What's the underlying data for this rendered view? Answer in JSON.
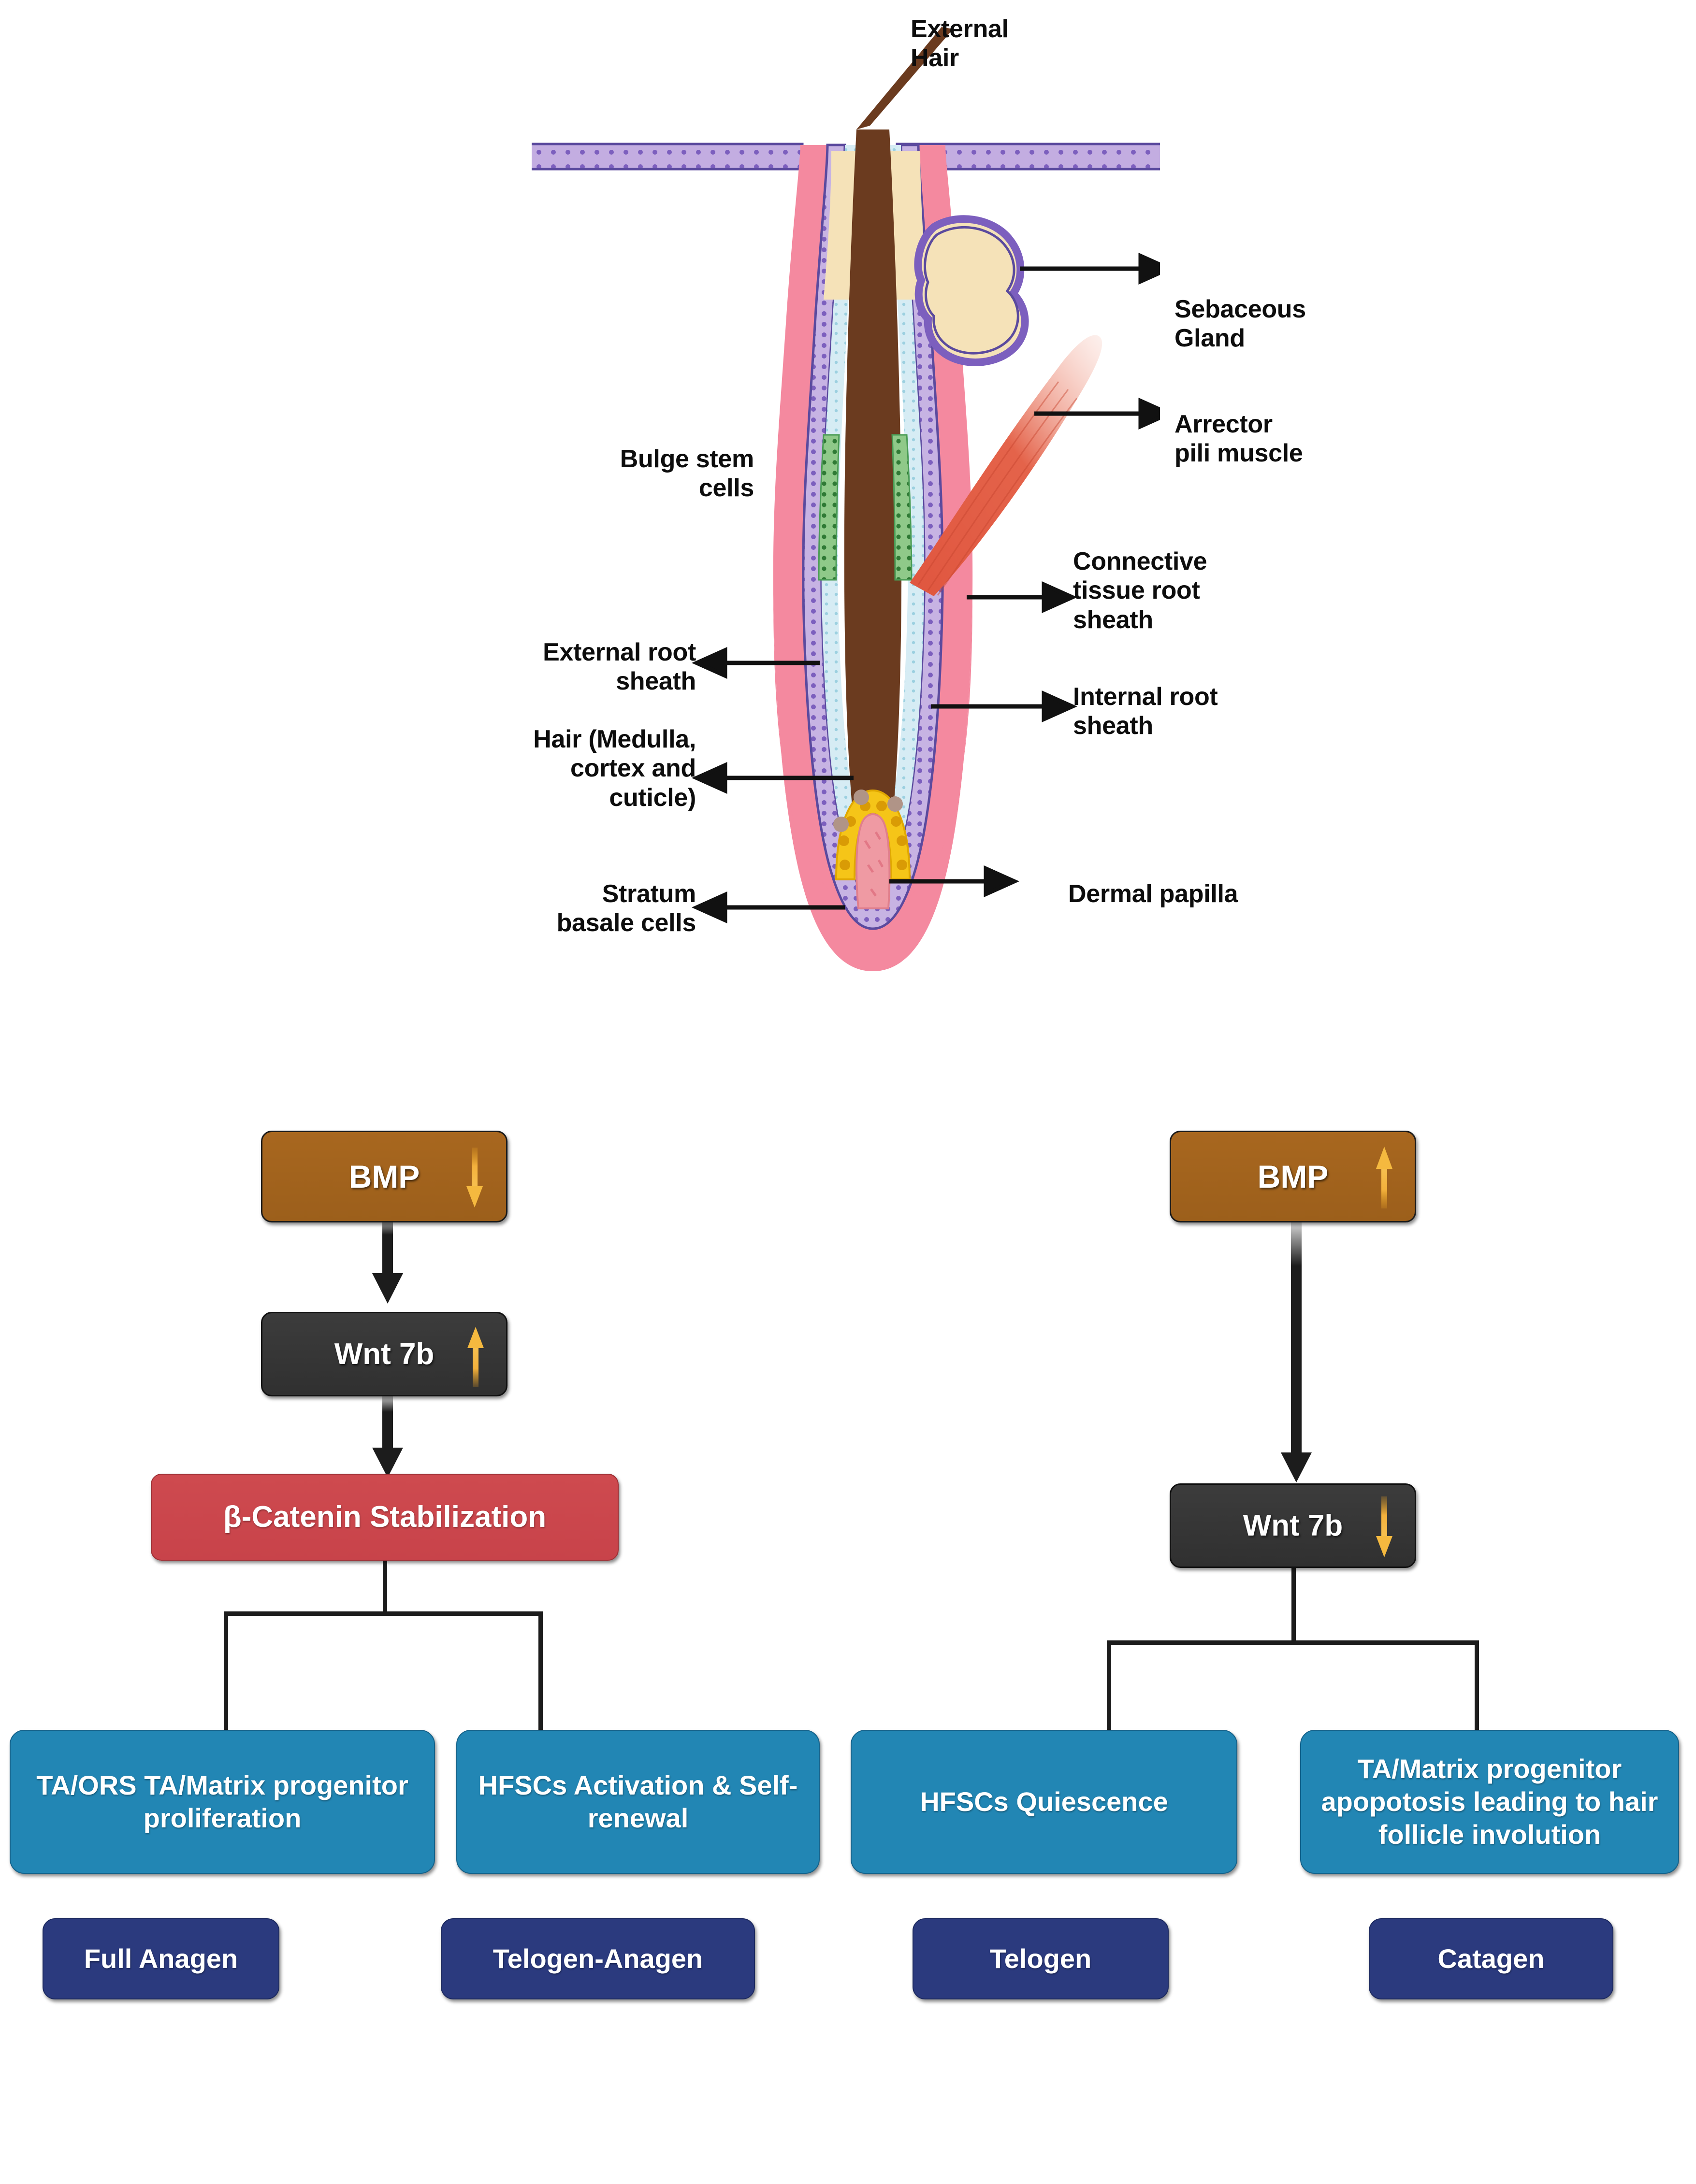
{
  "figure": {
    "panels": [
      "hair-follicle-anatomy",
      "bmp-wnt-signalling-flowchart"
    ]
  },
  "anatomy": {
    "labels": {
      "external_hair": "External\nHair",
      "sebaceous_gland": "Sebaceous\nGland",
      "arrector_pili": "Arrector\npili muscle",
      "bulge_stem_cells": "Bulge stem\ncells",
      "connective_tissue_root_sheath": "Connective\ntissue root\nsheath",
      "external_root_sheath": "External root\nsheath",
      "internal_root_sheath": "Internal root\nsheath",
      "hair_medulla": "Hair (Medulla,\ncortex and\ncuticle)",
      "stratum_basale_cells": "Stratum\nbasale cells",
      "dermal_papilla": "Dermal papilla"
    },
    "colors": {
      "hair_shaft": "#6b3b1f",
      "epidermis_purple": "#b39ddb",
      "dermal_pink": "#f4899f",
      "sebum_cream": "#f5e2b8",
      "irs_lightblue": "#cfe7f0",
      "bulge_green": "#86c47f",
      "matrix_yellow": "#f5c518",
      "muscle_red": "#e0563f",
      "papilla_pink": "#ef9aa3",
      "outline_purple": "#5b4a9e"
    }
  },
  "flowchart": {
    "left_branch": {
      "bmp": {
        "label": "BMP",
        "trend": "down"
      },
      "wnt": {
        "label": "Wnt 7b",
        "trend": "up"
      },
      "catenin": {
        "label": "β-Catenin Stabilization"
      },
      "outcomes": [
        "TA/ORS TA/Matrix progenitor proliferation",
        "HFSCs Activation & Self-renewal"
      ],
      "phases": [
        "Full Anagen",
        "Telogen-Anagen"
      ]
    },
    "right_branch": {
      "bmp": {
        "label": "BMP",
        "trend": "up"
      },
      "wnt": {
        "label": "Wnt 7b",
        "trend": "down"
      },
      "outcomes": [
        "HFSCs Quiescence",
        "TA/Matrix progenitor apopotosis leading to hair follicle involution"
      ],
      "phases": [
        "Telogen",
        "Catagen"
      ]
    },
    "colors": {
      "bmp_box": "#a8671f",
      "wnt_box": "#333333",
      "catenin_box": "#c8434a",
      "outcome_box": "#2286b4",
      "phase_box": "#2b3a7e",
      "trend_arrow": "#f0a830",
      "connector": "#1c1c1c"
    }
  }
}
